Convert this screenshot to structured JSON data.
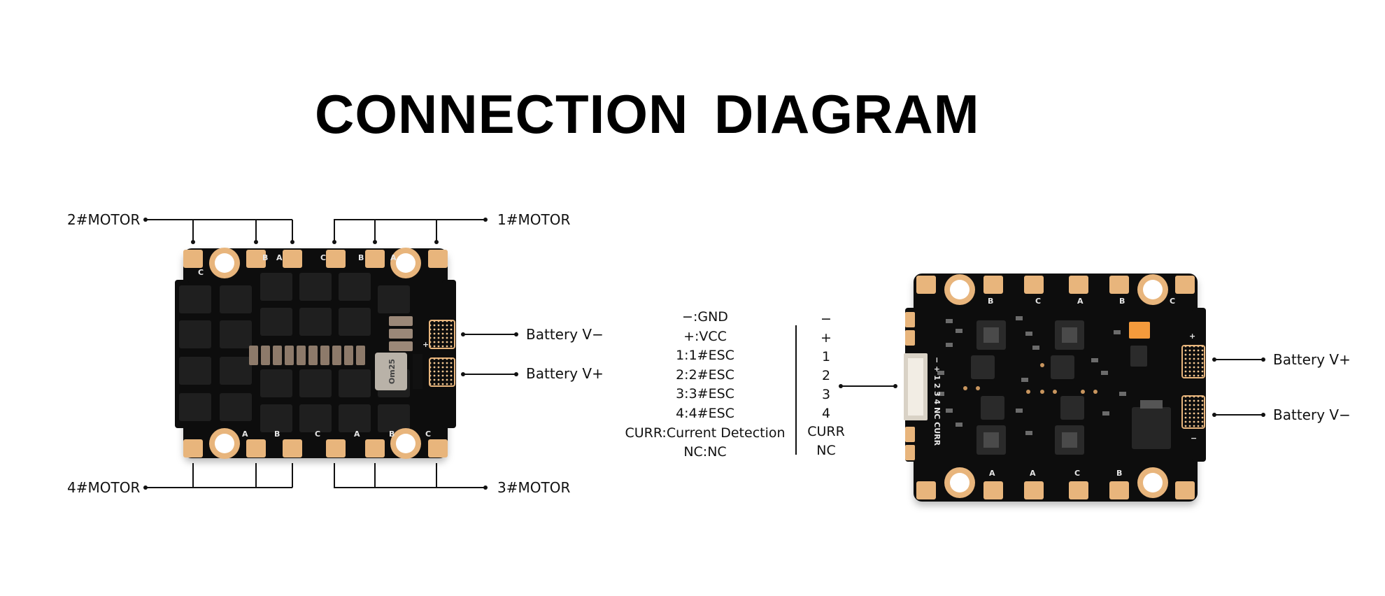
{
  "title": "CONNECTION  DIAGRAM",
  "left_board": {
    "motor_labels": {
      "top_left": "2#MOTOR",
      "top_right": "1#MOTOR",
      "bottom_left": "4#MOTOR",
      "bottom_right": "3#MOTOR"
    },
    "battery_labels": {
      "upper": "Battery V−",
      "lower": "Battery V+"
    },
    "silk_top": [
      "C",
      "B",
      "A",
      "C",
      "B",
      "A"
    ],
    "silk_bottom": [
      "A",
      "B",
      "C",
      "A",
      "B",
      "C"
    ],
    "cap_text": "Om25"
  },
  "legend": {
    "definitions": [
      "−:GND",
      "+:VCC",
      "1:1#ESC",
      "2:2#ESC",
      "3:3#ESC",
      "4:4#ESC",
      "CURR:Current Detection",
      "NC:NC"
    ],
    "pins": [
      "−",
      "+",
      "1",
      "2",
      "3",
      "4",
      "CURR",
      "NC"
    ]
  },
  "right_board": {
    "battery_labels": {
      "upper": "Battery V+",
      "lower": "Battery V−"
    },
    "silk_top": [
      "B",
      "A",
      "C",
      "B",
      "C"
    ],
    "silk_bottom": [
      "A",
      "C",
      "B",
      "A"
    ],
    "connector_text": "− + 1 2 3 4 NC CURR"
  },
  "colors": {
    "pcb": "#0d0d0d",
    "pad": "#e8b57c",
    "line": "#111111"
  }
}
